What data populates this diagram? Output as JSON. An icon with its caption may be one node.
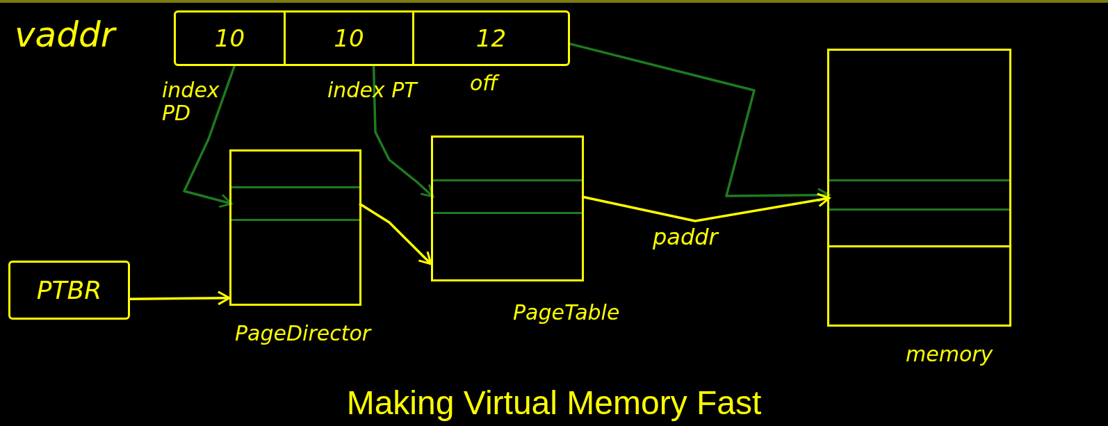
{
  "diagram": {
    "title": "Making Virtual Memory Fast",
    "nodes": [
      {
        "text": [],
        "shape": "box",
        "beside": [
          "vaddr"
        ]
      },
      {
        "text": [
          "10"
        ],
        "in": 0,
        "beside": [
          "index PD"
        ]
      },
      {
        "text": [
          "10"
        ],
        "in": 0,
        "beside": [
          "index PT"
        ]
      },
      {
        "text": [
          "12"
        ],
        "in": 0,
        "beside": [
          "off"
        ]
      },
      {
        "text": [
          "PTBR"
        ]
      },
      {
        "text": [],
        "shape": "box",
        "beside": [
          "PageDirector"
        ]
      },
      {
        "text": [],
        "shape": "bar",
        "in": 5
      },
      {
        "text": [],
        "shape": "box",
        "beside": [
          "PageTable"
        ]
      },
      {
        "text": [],
        "shape": "bar",
        "in": 7
      },
      {
        "text": [],
        "shape": "box",
        "beside": [
          "memory"
        ]
      },
      {
        "text": [],
        "shape": "bar",
        "in": 9
      }
    ],
    "edges": [
      {
        "from": 1,
        "to": 6,
        "arrow": "to",
        "color": "#1f7a1f"
      },
      {
        "from": 2,
        "to": 8,
        "arrow": "to",
        "color": "#1f7a1f"
      },
      {
        "from": 3,
        "to": 10,
        "arrow": "to",
        "color": "#1f7a1f"
      },
      {
        "from": 4,
        "to": 5,
        "arrow": "to",
        "color": "#ffff00"
      },
      {
        "from": 6,
        "to": 7,
        "arrow": "to",
        "color": "#ffff00"
      },
      {
        "from": 8,
        "to": 10,
        "arrow": "to",
        "label": "paddr",
        "color": "#ffff00"
      }
    ]
  }
}
